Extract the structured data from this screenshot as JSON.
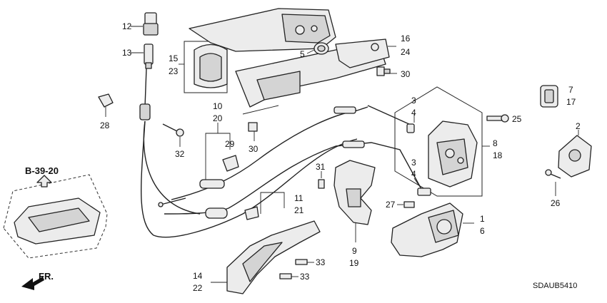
{
  "callouts": {
    "c12": "12",
    "c13": "13",
    "c15": "15",
    "c23": "23",
    "c5": "5",
    "c16": "16",
    "c24": "24",
    "c30a": "30",
    "c28": "28",
    "c10": "10",
    "c20": "20",
    "c32": "32",
    "c29": "29",
    "c30b": "30",
    "c3a": "3",
    "c4a": "4",
    "c25": "25",
    "c8": "8",
    "c18": "18",
    "c7": "7",
    "c17": "17",
    "c2": "2",
    "c31": "31",
    "c3b": "3",
    "c4b": "4",
    "c11": "11",
    "c21": "21",
    "c27": "27",
    "c26": "26",
    "c1": "1",
    "c6": "6",
    "c9": "9",
    "c19": "19",
    "c33a": "33",
    "c33b": "33",
    "c14": "14",
    "c22": "22"
  },
  "reference": "B-39-20",
  "front_marker": "FR.",
  "diagram_code": "SDAUB5410"
}
